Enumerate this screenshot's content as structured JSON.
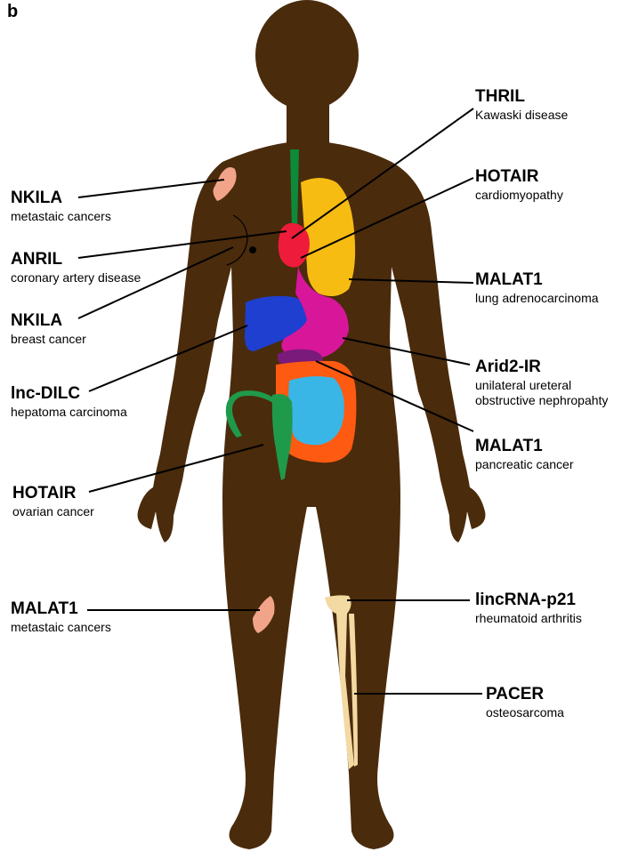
{
  "panel_label": "b",
  "colors": {
    "skin": "#4a2b0c",
    "lung": "#f6bc12",
    "heart": "#ee1c3a",
    "liver": "#1f3fd0",
    "stomach": "#d8169a",
    "pancreas": "#7a1a7a",
    "large_intestine": "#ff5a12",
    "small_intestine": "#39b6e6",
    "uterus": "#1f9a4a",
    "trachea": "#0d8a3a",
    "shoulder_joint": "#f2a48a",
    "bone": "#f3d9a2"
  },
  "annotations": [
    {
      "gene": "NKILA",
      "disease": "metastaic cancers",
      "organ": "shoulder"
    },
    {
      "gene": "ANRIL",
      "disease": "coronary artery disease",
      "organ": "heart"
    },
    {
      "gene": "NKILA",
      "disease": "breast cancer",
      "organ": "breast"
    },
    {
      "gene": "lnc-DILC",
      "disease": "hepatoma carcinoma",
      "organ": "liver"
    },
    {
      "gene": "HOTAIR",
      "disease": "ovarian cancer",
      "organ": "ovary"
    },
    {
      "gene": "MALAT1",
      "disease": "metastaic cancers",
      "organ": "knee"
    },
    {
      "gene": "THRIL",
      "disease": "Kawaski disease",
      "organ": "heart"
    },
    {
      "gene": "HOTAIR",
      "disease": "cardiomyopathy",
      "organ": "heart"
    },
    {
      "gene": "MALAT1",
      "disease": "lung adrenocarcinoma",
      "organ": "lung"
    },
    {
      "gene": "Arid2-IR",
      "disease": "unilateral ureteral",
      "disease_line2": "obstructive nephropahty",
      "organ": "kidney"
    },
    {
      "gene": "MALAT1",
      "disease": "pancreatic cancer",
      "organ": "pancreas"
    },
    {
      "gene": "lincRNA-p21",
      "disease": "rheumatoid arthritis",
      "organ": "knee"
    },
    {
      "gene": "PACER",
      "disease": "osteosarcoma",
      "organ": "tibia"
    }
  ]
}
